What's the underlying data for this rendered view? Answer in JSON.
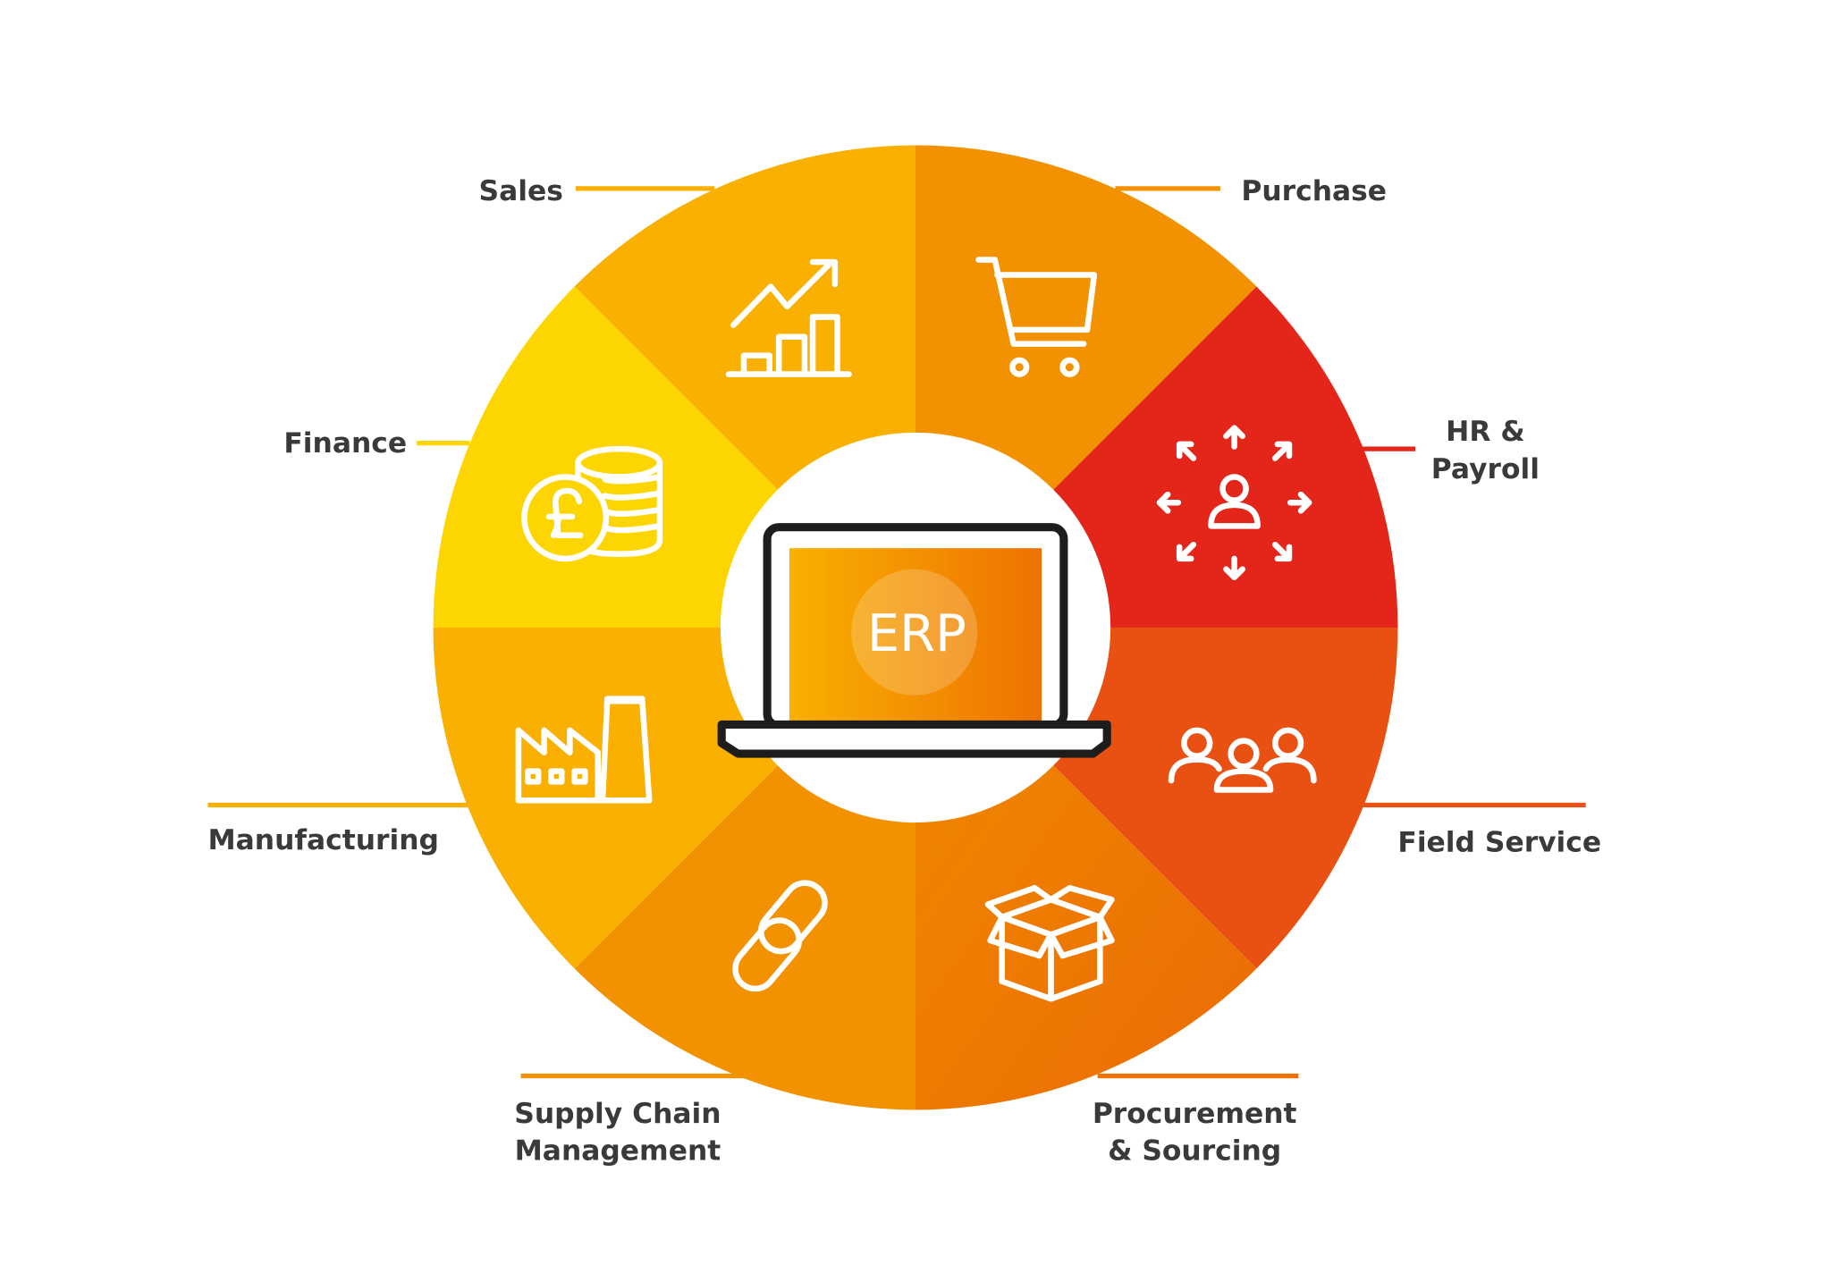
{
  "center": {
    "label": "ERP"
  },
  "modules": [
    {
      "id": "sales",
      "label_lines": [
        "Sales"
      ],
      "color": "#F9B000",
      "icon": "growth-chart-icon"
    },
    {
      "id": "purchase",
      "label_lines": [
        "Purchase"
      ],
      "color": "#F39200",
      "icon": "shopping-cart-icon"
    },
    {
      "id": "hr",
      "label_lines": [
        "HR &",
        "Payroll"
      ],
      "color": "#E3251A",
      "icon": "person-network-icon"
    },
    {
      "id": "field-service",
      "label_lines": [
        "Field Service"
      ],
      "color": "#E85112",
      "icon": "team-icon"
    },
    {
      "id": "procurement",
      "label_lines": [
        "Procurement",
        "& Sourcing"
      ],
      "color": "#EE7203",
      "icon": "open-box-icon"
    },
    {
      "id": "supply-chain",
      "label_lines": [
        "Supply Chain",
        "Management"
      ],
      "color": "#F39200",
      "icon": "chain-link-icon"
    },
    {
      "id": "manufacturing",
      "label_lines": [
        "Manufacturing"
      ],
      "color": "#F9B000",
      "icon": "factory-icon"
    },
    {
      "id": "finance",
      "label_lines": [
        "Finance"
      ],
      "color": "#FDD500",
      "icon": "pound-coins-icon"
    }
  ]
}
